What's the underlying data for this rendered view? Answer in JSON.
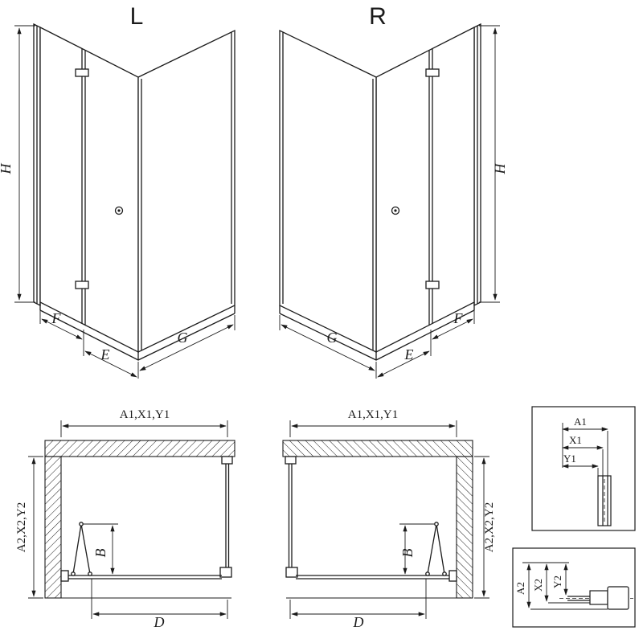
{
  "colors": {
    "line": "#1b1b1b",
    "background": "#ffffff"
  },
  "views": {
    "iso_left": {
      "label": "L",
      "dims": {
        "height": "H",
        "f": "F",
        "e": "E",
        "g": "G"
      }
    },
    "iso_right": {
      "label": "R",
      "dims": {
        "height": "H",
        "f": "F",
        "e": "E",
        "g": "G"
      }
    },
    "plan_left": {
      "dims": {
        "top": "A1,X1,Y1",
        "side": "A2,X2,Y2",
        "b": "B",
        "d": "D"
      }
    },
    "plan_right": {
      "dims": {
        "top": "A1,X1,Y1",
        "side": "A2,X2,Y2",
        "b": "B",
        "d": "D"
      }
    },
    "detail_top": {
      "dims": {
        "a1": "A1",
        "x1": "X1",
        "y1": "Y1"
      }
    },
    "detail_bottom": {
      "dims": {
        "a2": "A2",
        "x2": "X2",
        "y2": "Y2"
      }
    }
  }
}
